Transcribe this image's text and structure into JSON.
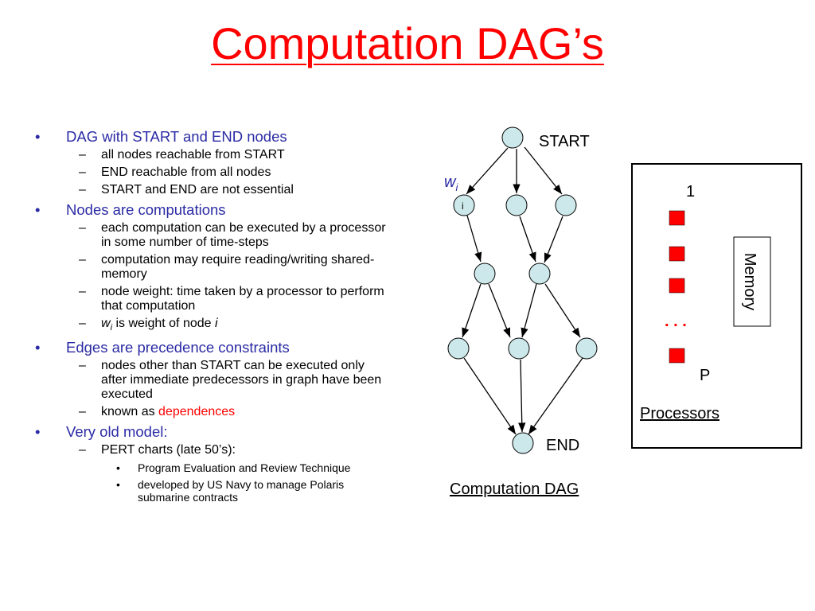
{
  "title": "Computation DAG’s",
  "bullets": [
    {
      "text": "DAG with START and END nodes",
      "children": [
        {
          "text": "all nodes reachable from START"
        },
        {
          "text": "END reachable from all nodes"
        },
        {
          "text": "START and END are not essential"
        }
      ]
    },
    {
      "text": "Nodes are computations",
      "children": [
        {
          "text": "each computation can be executed by a processor in some number of time-steps"
        },
        {
          "text": "computation may require reading/writing shared-memory"
        },
        {
          "text": "node weight: time taken by a processor to perform that computation"
        },
        {
          "w": "w",
          "sub": "i",
          "text": " is weight of node ",
          "italic_tail": "i"
        }
      ]
    },
    {
      "text": "Edges are precedence constraints",
      "children": [
        {
          "text": "nodes other than START can be executed only after immediate predecessors in graph have been executed"
        },
        {
          "text": "known as ",
          "red": "dependences"
        }
      ]
    },
    {
      "text": "Very old model:",
      "children": [
        {
          "text": "PERT charts (late 50’s):",
          "children": [
            {
              "text": "Program Evaluation and Review Technique"
            },
            {
              "text": "developed by US Navy to manage Polaris submarine contracts"
            }
          ]
        }
      ]
    }
  ],
  "diagram": {
    "start_label": "START",
    "end_label": "END",
    "weight_label": "w",
    "weight_sub": "i",
    "node_i_label": "i",
    "caption": "Computation DAG",
    "node_fill": "#cce8ea",
    "arrow_color": "#000000"
  },
  "processors": {
    "first_label": "1",
    "last_label": "P",
    "ellipsis": ". . .",
    "memory_label": "Memory",
    "caption": "Processors",
    "square_color": "#ff0000"
  },
  "colors": {
    "title": "#ff0000",
    "bullet_level1": "#2b2ba5",
    "highlight": "#ff0000"
  }
}
